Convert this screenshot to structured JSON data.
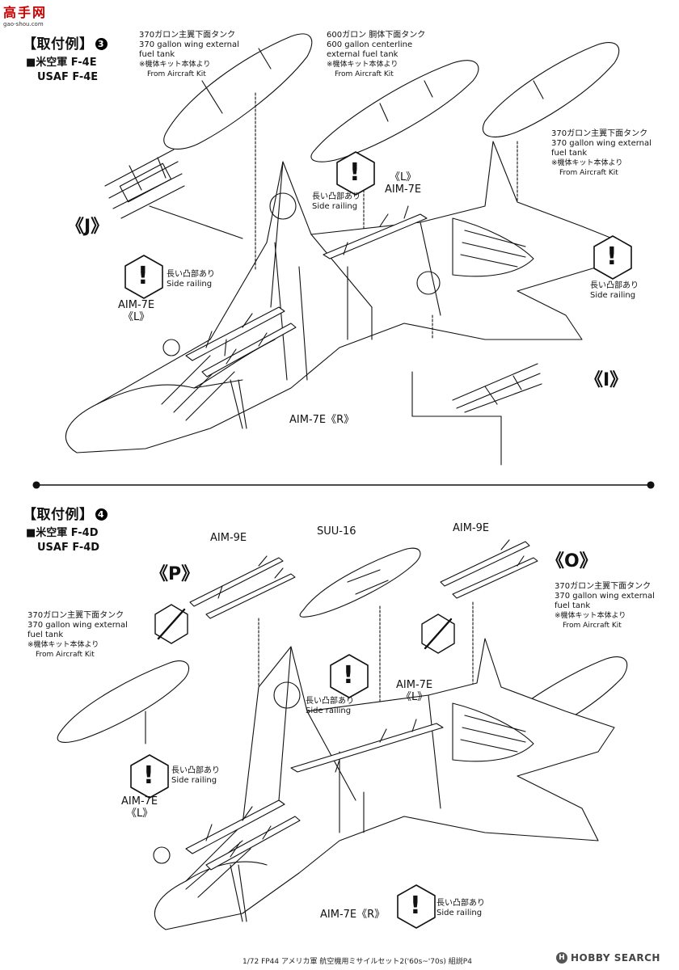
{
  "watermark": {
    "logo_text": "高手网",
    "url": "gao-shou.com"
  },
  "section3": {
    "title": "【取付例】",
    "number": "3",
    "aircraft_jp": "■米空軍 F-4E",
    "aircraft_en": "USAF F-4E",
    "labels": {
      "wing_tank_left": {
        "jp": "370ガロン主翼下面タンク",
        "en1": "370 gallon wing external",
        "en2": "fuel tank",
        "note_jp": "※機体キット本体より",
        "note_en": "From Aircraft Kit"
      },
      "centerline_tank": {
        "jp": "600ガロン 胴体下面タンク",
        "en1": "600 gallon centerline",
        "en2": "external fuel tank",
        "note_jp": "※機体キット本体より",
        "note_en": "From Aircraft Kit"
      },
      "wing_tank_right": {
        "jp": "370ガロン主翼下面タンク",
        "en1": "370 gallon wing external",
        "en2": "fuel tank",
        "note_jp": "※機体キット本体より",
        "note_en": "From Aircraft Kit"
      },
      "ref_j": "《J》",
      "ref_i": "《I》",
      "aim7e_l_top": {
        "ref": "《L》",
        "name": "AIM-7E"
      },
      "side_rail_top": {
        "jp": "長い凸部あり",
        "en": "Side railing"
      },
      "side_rail_left": {
        "jp": "長い凸部あり",
        "en": "Side railing"
      },
      "side_rail_right": {
        "jp": "長い凸部あり",
        "en": "Side railing"
      },
      "aim7e_l_left": {
        "name": "AIM-7E",
        "ref": "《L》"
      },
      "aim7e_r": "AIM-7E《R》"
    }
  },
  "section4": {
    "title": "【取付例】",
    "number": "4",
    "aircraft_jp": "■米空軍 F-4D",
    "aircraft_en": "USAF F-4D",
    "labels": {
      "aim9e_left": "AIM-9E",
      "suu16": "SUU-16",
      "aim9e_right": "AIM-9E",
      "ref_p": "《P》",
      "ref_o": "《O》",
      "wing_tank_left": {
        "jp": "370ガロン主翼下面タンク",
        "en1": "370 gallon wing external",
        "en2": "fuel tank",
        "note_jp": "※機体キット本体より",
        "note_en": "From Aircraft Kit"
      },
      "wing_tank_right": {
        "jp": "370ガロン主翼下面タンク",
        "en1": "370 gallon wing external",
        "en2": "fuel tank",
        "note_jp": "※機体キット本体より",
        "note_en": "From Aircraft Kit"
      },
      "side_rail_top": {
        "jp": "長い凸部あり",
        "en": "Side railing"
      },
      "aim7e_l_top": {
        "name": "AIM-7E",
        "ref": "《L》"
      },
      "side_rail_left": {
        "jp": "長い凸部あり",
        "en": "Side railing"
      },
      "aim7e_l_left": {
        "name": "AIM-7E",
        "ref": "《L》"
      },
      "aim7e_r": "AIM-7E《R》",
      "side_rail_bottom": {
        "jp": "長い凸部あり",
        "en": "Side railing"
      }
    }
  },
  "footer": {
    "caption": "1/72 FP44 アメリカ軍 航空機用ミサイルセット2('60s~'70s) 組説P4",
    "brand": "HOBBY SEARCH"
  }
}
